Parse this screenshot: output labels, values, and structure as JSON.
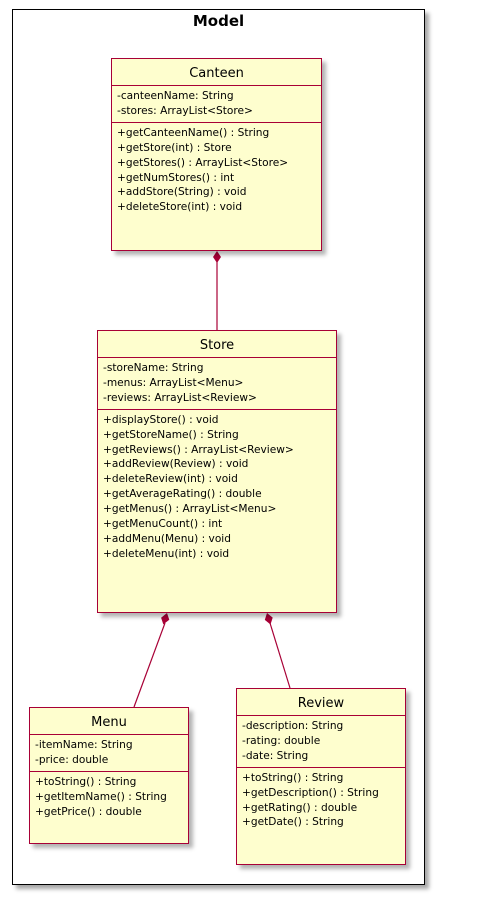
{
  "package": {
    "title": "Model"
  },
  "classes": {
    "canteen": {
      "name": "Canteen",
      "attributes": [
        "-canteenName: String",
        "-stores: ArrayList<Store>"
      ],
      "methods": [
        "+getCanteenName() : String",
        "+getStore(int) : Store",
        "+getStores() : ArrayList<Store>",
        "+getNumStores() : int",
        "+addStore(String) : void",
        "+deleteStore(int) : void"
      ]
    },
    "store": {
      "name": "Store",
      "attributes": [
        "-storeName: String",
        "-menus: ArrayList<Menu>",
        "-reviews: ArrayList<Review>"
      ],
      "methods": [
        "+displayStore() : void",
        "+getStoreName() : String",
        "+getReviews() : ArrayList<Review>",
        "+addReview(Review) : void",
        "+deleteReview(int) : void",
        "+getAverageRating() : double",
        "+getMenus() : ArrayList<Menu>",
        "+getMenuCount() : int",
        "+addMenu(Menu) : void",
        "+deleteMenu(int) : void"
      ]
    },
    "menu": {
      "name": "Menu",
      "attributes": [
        "-itemName: String",
        "-price: double"
      ],
      "methods": [
        "+toString() : String",
        "+getItemName() : String",
        "+getPrice() : double"
      ]
    },
    "review": {
      "name": "Review",
      "attributes": [
        "-description: String",
        "-rating: double",
        "-date: String"
      ],
      "methods": [
        "+toString() : String",
        "+getDescription() : String",
        "+getRating() : double",
        "+getDate() : String"
      ]
    }
  },
  "relationships": [
    {
      "from": "Canteen",
      "to": "Store",
      "type": "composition"
    },
    {
      "from": "Store",
      "to": "Menu",
      "type": "composition"
    },
    {
      "from": "Store",
      "to": "Review",
      "type": "composition"
    }
  ],
  "colors": {
    "class_fill": "#FEFECE",
    "class_border": "#A80036",
    "link": "#A80036"
  }
}
